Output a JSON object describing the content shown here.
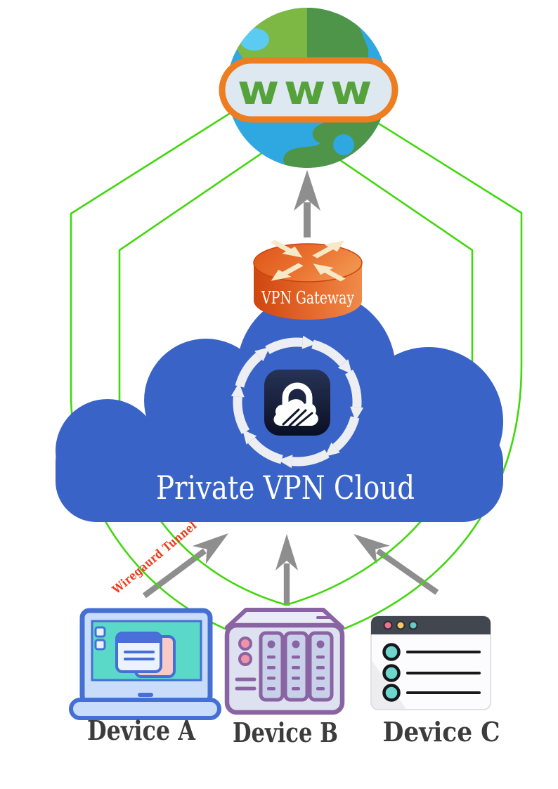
{
  "diagram": {
    "internet": {
      "icon": "globe-icon",
      "label": "www"
    },
    "gateway": {
      "icon": "router-cylinder-icon",
      "label": "VPN Gateway"
    },
    "vpn_cloud": {
      "icon": "cloud-icon",
      "badge_icon": "padlock-badge-icon",
      "ring_icon": "circular-sync-arrows-icon",
      "label": "Private VPN Cloud"
    },
    "tunnel_label": "Wiregaurd Tunnel",
    "shield": {
      "layers": 2,
      "description": "double green security perimeter outline"
    },
    "devices": [
      {
        "label": "Device A",
        "icon": "laptop-icon"
      },
      {
        "label": "Device B",
        "icon": "nas-server-icon"
      },
      {
        "label": "Device C",
        "icon": "browser-window-icon"
      }
    ],
    "colors": {
      "shield_green": "#42d70d",
      "cloud_blue": "#3a63c8",
      "gateway_orange": "#e8611f",
      "gateway_arrow_cream": "#f7e8c8",
      "tunnel_red": "#ee3a1a",
      "arrow_gray": "#8e8e8e",
      "label_dark": "#3c3c3c",
      "www_green": "#55a23b",
      "pill_border_orange": "#ee7d1f",
      "globe_ocean_blue": "#2fa7e0",
      "lock_badge_navy": "#131b33",
      "laptop_blue": "#4470d6",
      "laptop_screen_teal": "#5ad8c8",
      "nas_purple": "#8a63a2",
      "browser_bar_slate": "#41464f",
      "list_bullet_teal": "#6fd6ce"
    }
  }
}
